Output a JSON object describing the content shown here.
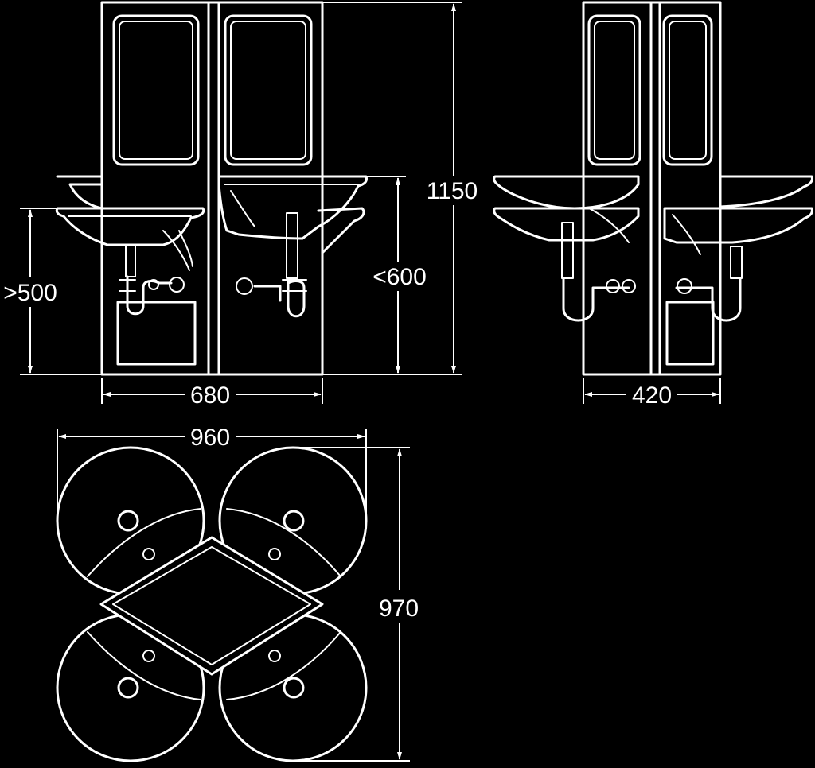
{
  "dimensions": {
    "front_width": "680",
    "side_depth": "420",
    "total_height": "1150",
    "basin_height_max": "<600",
    "basin_height_min": ">500",
    "plan_width": "960",
    "plan_depth": "970"
  },
  "colors": {
    "background": "#000000",
    "line": "#ffffff"
  }
}
